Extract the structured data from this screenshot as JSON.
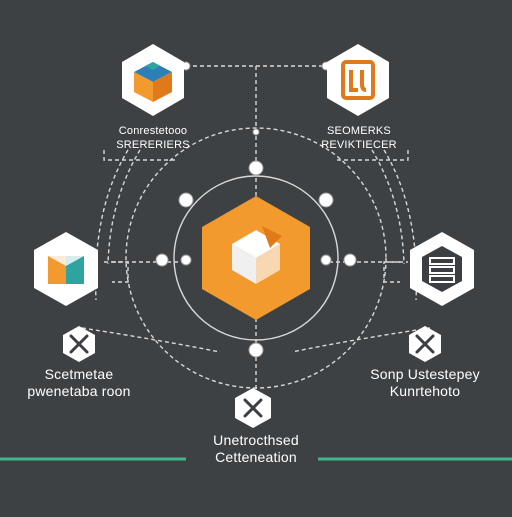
{
  "colors": {
    "background": "#3e4144",
    "line": "#d8d8d8",
    "orange": "#f29a2e",
    "orange_dark": "#e0791a",
    "teal": "#2fa3a0",
    "blue": "#2e7fb8",
    "accent_green": "#3fb68b",
    "white": "#ffffff",
    "dark_icon": "#3b3f44"
  },
  "center_node": {
    "icon": "orange-cube-icon"
  },
  "nodes": [
    {
      "id": "top-left",
      "icon": "colorful-cube-icon",
      "label_line1": "Conrestetooo",
      "label_line2": "SRERERIERS"
    },
    {
      "id": "top-right",
      "icon": "orange-lu-logo-icon",
      "label_line1": "SEOMERKS",
      "label_line2": "REVIKTIECER"
    },
    {
      "id": "middle-left",
      "icon": "teal-orange-box-icon",
      "label_line1": "Scetmetae",
      "label_line2": "pwenetaba roon"
    },
    {
      "id": "middle-right",
      "icon": "server-stack-icon",
      "label_line1": "Sonp Ustestepey",
      "label_line2": "Kunrtehoto"
    },
    {
      "id": "bottom",
      "icon": "tools-icon",
      "label_line1": "Unetrocthsed",
      "label_line2": "Cetteneation"
    }
  ],
  "small_badges": [
    {
      "id": "left-badge",
      "icon": "tools-icon"
    },
    {
      "id": "right-badge",
      "icon": "tools-icon"
    }
  ]
}
